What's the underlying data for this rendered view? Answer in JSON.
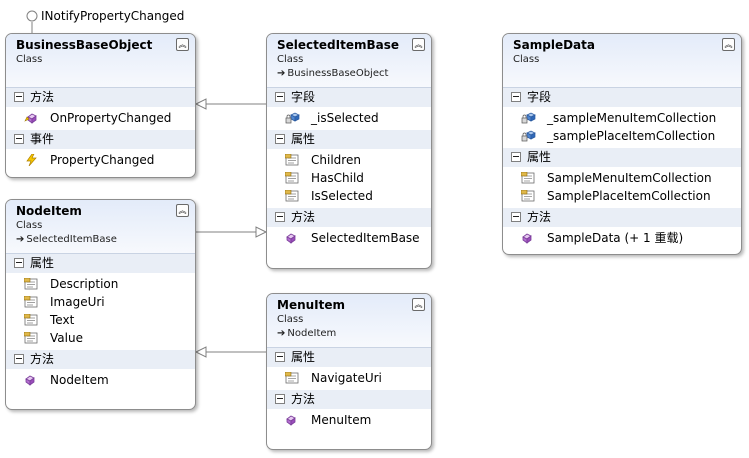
{
  "interface": {
    "name": "INotifyPropertyChanged"
  },
  "classes": [
    {
      "id": "businessbase",
      "name": "BusinessBaseObject",
      "stereotype": "Class",
      "base": "",
      "sections": [
        {
          "title": "方法",
          "items": [
            {
              "icon": "method-protected-icon",
              "label": "OnPropertyChanged"
            }
          ]
        },
        {
          "title": "事件",
          "items": [
            {
              "icon": "event-icon",
              "label": "PropertyChanged"
            }
          ]
        }
      ]
    },
    {
      "id": "selecteditembase",
      "name": "SelectedItemBase",
      "stereotype": "Class",
      "base": "BusinessBaseObject",
      "sections": [
        {
          "title": "字段",
          "items": [
            {
              "icon": "field-private-icon",
              "label": "_isSelected"
            }
          ]
        },
        {
          "title": "属性",
          "items": [
            {
              "icon": "property-icon",
              "label": "Children"
            },
            {
              "icon": "property-icon",
              "label": "HasChild"
            },
            {
              "icon": "property-icon",
              "label": "IsSelected"
            }
          ]
        },
        {
          "title": "方法",
          "items": [
            {
              "icon": "method-icon",
              "label": "SelectedItemBase"
            }
          ]
        }
      ]
    },
    {
      "id": "sampledata",
      "name": "SampleData",
      "stereotype": "Class",
      "base": "",
      "sections": [
        {
          "title": "字段",
          "items": [
            {
              "icon": "field-private-icon",
              "label": "_sampleMenuItemCollection"
            },
            {
              "icon": "field-private-icon",
              "label": "_samplePlaceItemCollection"
            }
          ]
        },
        {
          "title": "属性",
          "items": [
            {
              "icon": "property-icon",
              "label": "SampleMenuItemCollection"
            },
            {
              "icon": "property-icon",
              "label": "SamplePlaceItemCollection"
            }
          ]
        },
        {
          "title": "方法",
          "items": [
            {
              "icon": "method-icon",
              "label": "SampleData (+ 1 重载)"
            }
          ]
        }
      ]
    },
    {
      "id": "nodeitem",
      "name": "NodeItem",
      "stereotype": "Class",
      "base": "SelectedItemBase",
      "sections": [
        {
          "title": "属性",
          "items": [
            {
              "icon": "property-icon",
              "label": "Description"
            },
            {
              "icon": "property-icon",
              "label": "ImageUri"
            },
            {
              "icon": "property-icon",
              "label": "Text"
            },
            {
              "icon": "property-icon",
              "label": "Value"
            }
          ]
        },
        {
          "title": "方法",
          "items": [
            {
              "icon": "method-icon",
              "label": "NodeItem"
            }
          ]
        }
      ]
    },
    {
      "id": "menuitem",
      "name": "MenuItem",
      "stereotype": "Class",
      "base": "NodeItem",
      "sections": [
        {
          "title": "属性",
          "items": [
            {
              "icon": "property-icon",
              "label": "NavigateUri"
            }
          ]
        },
        {
          "title": "方法",
          "items": [
            {
              "icon": "method-icon",
              "label": "MenuItem"
            }
          ]
        }
      ]
    }
  ],
  "colors": {
    "header_top": "#e3ebf9",
    "section_header": "#e9eef6",
    "border": "#8d8d8d",
    "connector": "#808080"
  }
}
